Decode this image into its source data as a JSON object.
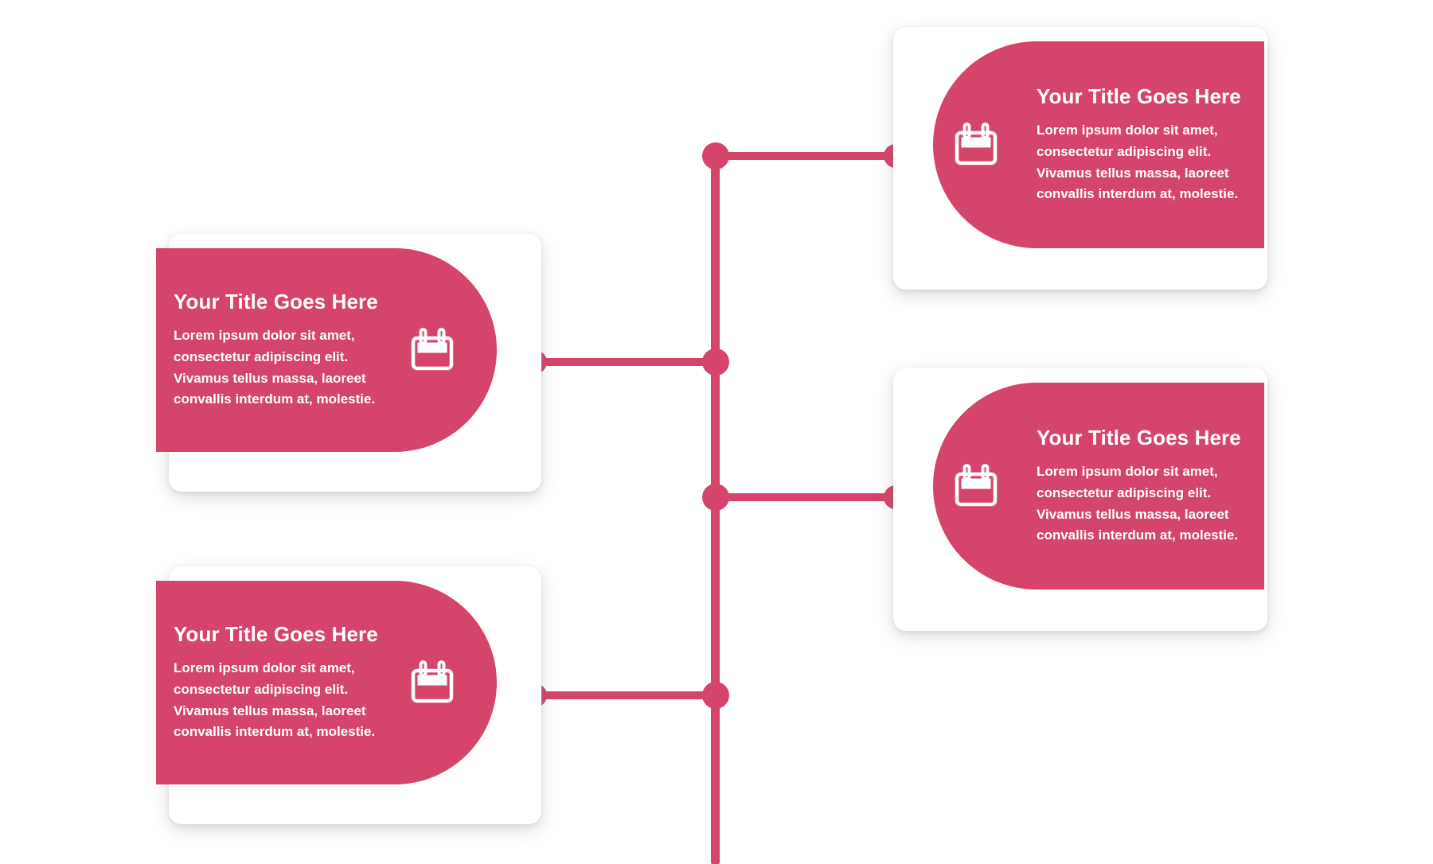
{
  "theme": {
    "accent": "#d5446a",
    "card_bg": "#ffffff",
    "page_bg": "#ffffff",
    "text_on_accent": "#ffffff"
  },
  "diagram": {
    "type": "tree-infographic",
    "layout": "vertical-spine-with-four-branches",
    "icon": "calendar-icon",
    "node_count": 4
  },
  "cards": [
    {
      "id": "card-top-right",
      "side": "right",
      "title": "Your Title Goes Here",
      "body_lines": [
        "Lorem ipsum dolor sit amet,",
        "consectetur adipiscing elit.",
        "Vivamus tellus massa, laoreet",
        "convallis interdum at, molestie."
      ],
      "icon": "calendar-icon"
    },
    {
      "id": "card-middle-left",
      "side": "left",
      "title": "Your Title Goes Here",
      "body_lines": [
        "Lorem ipsum dolor sit amet,",
        "consectetur adipiscing elit.",
        "Vivamus tellus massa, laoreet",
        "convallis interdum at, molestie."
      ],
      "icon": "calendar-icon"
    },
    {
      "id": "card-middle-right",
      "side": "right",
      "title": "Your Title Goes Here",
      "body_lines": [
        "Lorem ipsum dolor sit amet,",
        "consectetur adipiscing elit.",
        "Vivamus tellus massa, laoreet",
        "convallis interdum at, molestie."
      ],
      "icon": "calendar-icon"
    },
    {
      "id": "card-bottom-left",
      "side": "left",
      "title": "Your Title Goes Here",
      "body_lines": [
        "Lorem ipsum dolor sit amet,",
        "consectetur adipiscing elit.",
        "Vivamus tellus massa, laoreet",
        "convallis interdum at, molestie."
      ],
      "icon": "calendar-icon"
    }
  ]
}
